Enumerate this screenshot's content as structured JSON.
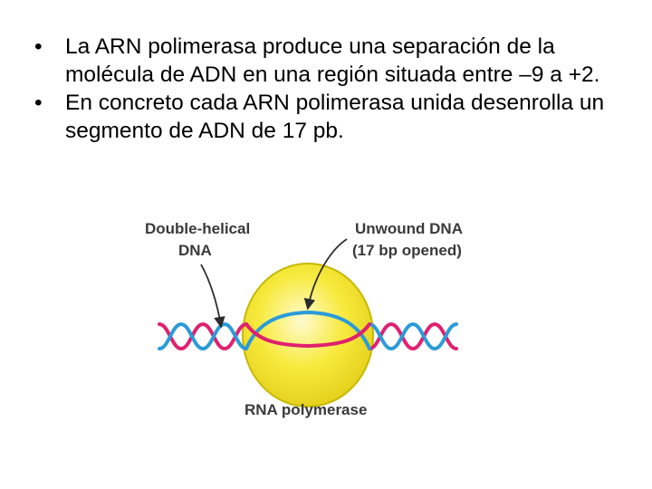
{
  "bullets": [
    {
      "symbol": "•",
      "text": "La ARN polimerasa produce una separación de la molécula de ADN en una región situada entre –9 a +2."
    },
    {
      "symbol": "•",
      "text": "En concreto cada ARN polimerasa unida desenrolla un segmento de ADN de 17 pb."
    }
  ],
  "diagram": {
    "double_helical_label": [
      "Double-helical",
      "DNA"
    ],
    "unwound_label": [
      "Unwound DNA",
      "(17 bp opened)"
    ],
    "enzyme_label": "RNA polymerase",
    "colors": {
      "strand_template": "#e0206e",
      "strand_coding": "#2a9bd8",
      "polymerase_fill": "#f7ea3c",
      "polymerase_outline": "#c7b800",
      "arrow": "#2b2b2b"
    }
  }
}
